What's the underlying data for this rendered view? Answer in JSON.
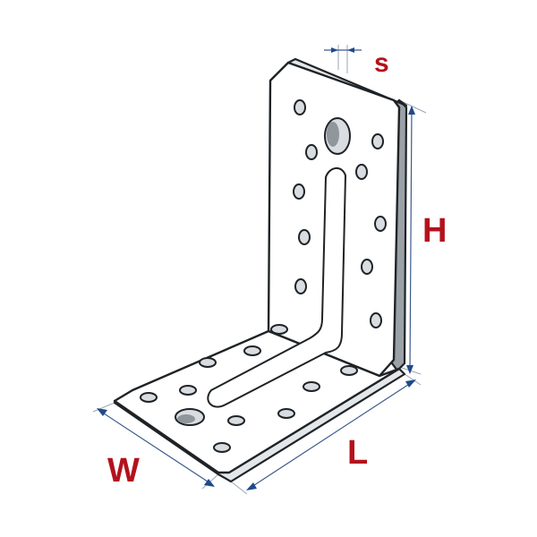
{
  "labels": {
    "thickness": "s",
    "height": "H",
    "width": "W",
    "length": "L"
  },
  "colors": {
    "label": "#b3121c",
    "outline": "#1f2326",
    "dimension_line": "#3a5b8c",
    "arrow": "#1f4a8a",
    "background": "#ffffff"
  }
}
